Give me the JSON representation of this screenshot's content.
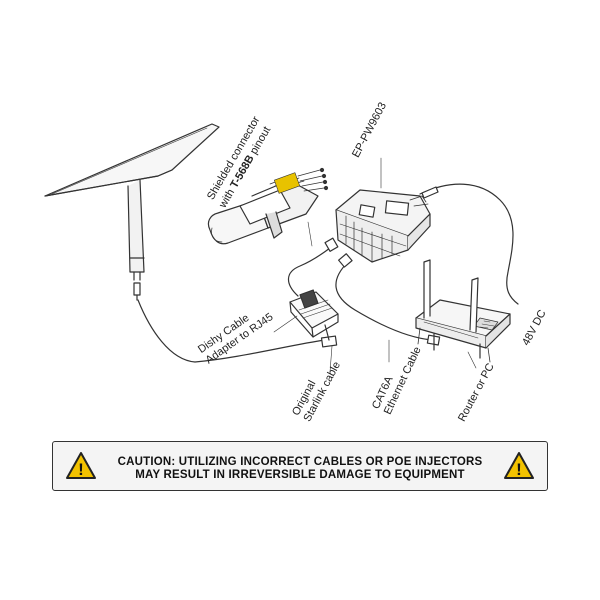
{
  "labels": {
    "shielded_line1": "Shielded connector",
    "shielded_line2_prefix": "with ",
    "shielded_line2_bold": "T-568B",
    "shielded_line2_suffix": " pinout",
    "injector": "EP-PW9603",
    "dishy_line1": "Dishy Cable",
    "dishy_line2": "Adapter to RJ45",
    "original_line1": "Original",
    "original_line2": "Starlink cable",
    "cat6a_line1": "CAT6A",
    "cat6a_line2": "Ethernet Cable",
    "router": "Router or PC",
    "dc": "48V DC"
  },
  "caution": {
    "line1": "CAUTION: UTILIZING INCORRECT CABLES OR POE INJECTORS",
    "line2": "MAY RESULT IN IRREVERSIBLE DAMAGE TO EQUIPMENT",
    "warning_color": "#f2c200",
    "icon_glyph": "!"
  }
}
